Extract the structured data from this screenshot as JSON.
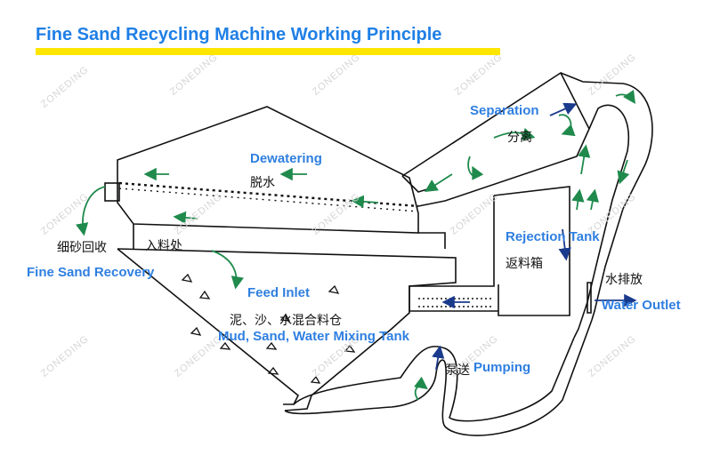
{
  "title": "Fine Sand Recycling Machine Working Principle",
  "labels": {
    "separation": "Separation",
    "separation_cn": "分离",
    "dewatering": "Dewatering",
    "dewatering_cn": "脱水",
    "rejection_tank": "Rejection Tank",
    "rejection_tank_cn": "返料箱",
    "fine_sand_recovery_cn": "细砂回收",
    "fine_sand_recovery": "Fine Sand Recovery",
    "feed_inlet_cn": "入料处",
    "feed_inlet": "Feed Inlet",
    "mixing_tank_cn": "泥、沙、水混合料仓",
    "mixing_tank": "Mud, Sand, Water Mixing Tank",
    "water_outlet_cn": "水排放",
    "water_outlet": "Water Outlet",
    "pumping_cn": "泵送",
    "pumping": "Pumping"
  },
  "watermark": "ZONEDING",
  "colors": {
    "title": "#1f7fe6",
    "label": "#2f7fe0",
    "highlight": "#ffe600",
    "flow_arrow": "#1f8a4c",
    "water_arrow": "#1a3a8c",
    "line": "#111111"
  }
}
